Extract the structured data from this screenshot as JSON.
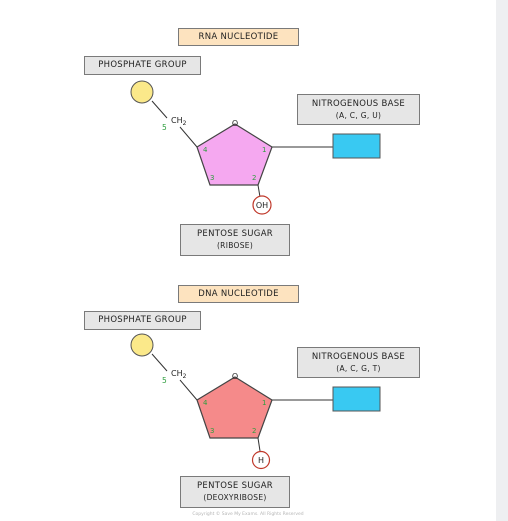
{
  "rna": {
    "title": "RNA NUCLEOTIDE",
    "phosphate_label": "PHOSPHATE GROUP",
    "base_label_line1": "NITROGENOUS BASE",
    "base_label_line2": "(A, C, G, U)",
    "sugar_label_line1": "PENTOSE SUGAR",
    "sugar_label_line2": "(RIBOSE)",
    "ch2": "CH",
    "ch2_sub": "2",
    "oxygen": "O",
    "carbon_5": "5",
    "carbon_4": "4",
    "carbon_3": "3",
    "carbon_2": "2",
    "carbon_1": "1",
    "c2_group": "OH"
  },
  "dna": {
    "title": "DNA NUCLEOTIDE",
    "phosphate_label": "PHOSPHATE GROUP",
    "base_label_line1": "NITROGENOUS BASE",
    "base_label_line2": "(A, C, G, T)",
    "sugar_label_line1": "PENTOSE SUGAR",
    "sugar_label_line2": "(DEOXYRIBOSE)",
    "ch2": "CH",
    "ch2_sub": "2",
    "oxygen": "O",
    "carbon_5": "5",
    "carbon_4": "4",
    "carbon_3": "3",
    "carbon_2": "2",
    "carbon_1": "1",
    "c2_group": "H"
  },
  "colors": {
    "phosphate": "#fbe98a",
    "ribose": "#f5a8f0",
    "deoxyribose": "#f58a8a",
    "base": "#39c9f2",
    "title_box": "#fde3bf",
    "label_box": "#e6e6e6",
    "carbon_number": "#2e9e3e",
    "c2_circle": "#c0392b"
  },
  "copyright": "Copyright © Save My Exams. All Rights Reserved"
}
